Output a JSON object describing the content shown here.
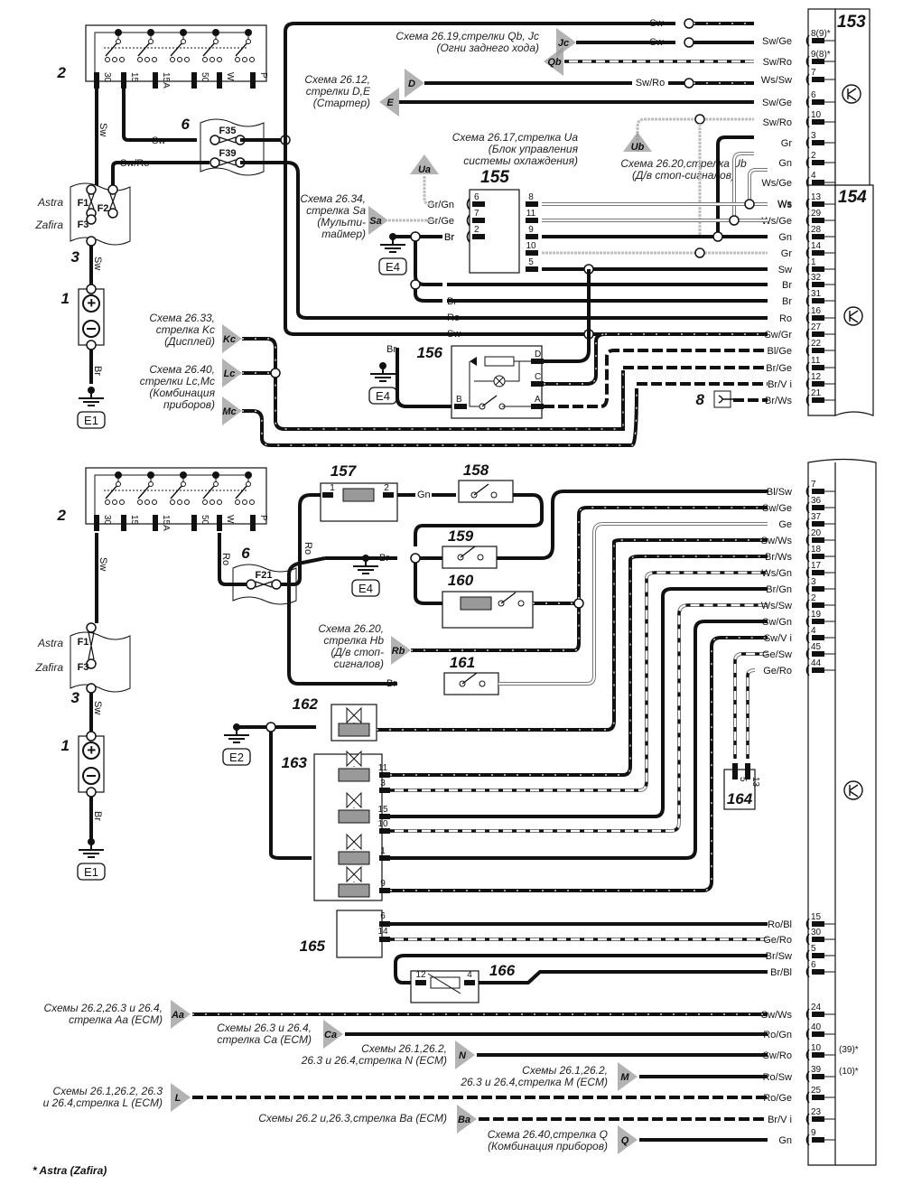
{
  "footnote": "* Astra (Zafira)",
  "colors": {
    "wire": "#111111",
    "arrow": "#9a9a9a",
    "light_wire": "#bdbdbd"
  },
  "top": {
    "ignition_switch": {
      "number": "2",
      "terminals": [
        "30",
        "15",
        "15A",
        "50",
        "W",
        "P"
      ]
    },
    "fuse_box_6": {
      "number": "6",
      "fuses": [
        "F35",
        "F39"
      ]
    },
    "fuse_box_3": {
      "number": "3",
      "fuses": [
        "F1",
        "F2",
        "F3"
      ],
      "variants": [
        "Astra",
        "Zafira"
      ]
    },
    "battery": {
      "number": "1"
    },
    "ground_E1": "E1",
    "ground_E4a": "E4",
    "ground_E4b": "E4",
    "wires_left": {
      "sw1": "Sw",
      "sw2": "Sw",
      "swro": "Sw/Ro",
      "sw3": "Sw",
      "br": "Br"
    },
    "refs": [
      {
        "id": "Jc",
        "text": [
          "Схема 26.19,стрелки Qb, Jc",
          "(Огни заднего хода)"
        ]
      },
      {
        "id": "Qb",
        "text": []
      },
      {
        "id": "D",
        "text": [
          "Схема 26.12,",
          "стрелки D,E",
          "(Стартер)"
        ]
      },
      {
        "id": "E",
        "text": []
      },
      {
        "id": "Ua",
        "text": [
          "Схема 26.17,стрелка Ua",
          "(Блок управления",
          "системы охлаждения)"
        ]
      },
      {
        "id": "Ub",
        "text": [
          "Схема 26.20,стрелка Ub",
          "(Д/в стоп-сигналов)"
        ]
      },
      {
        "id": "Sa",
        "text": [
          "Схема 26.34,",
          "стрелка Sa",
          "(Мульти-",
          "таймер)"
        ]
      },
      {
        "id": "Kc",
        "text": [
          "Схема 26.33,",
          "стрелка Kc",
          "(Дисплей)"
        ]
      },
      {
        "id": "Lc",
        "text": [
          "Схема 26.40,",
          "стрелки Lc,Mc",
          "(Комбинация",
          "приборов)"
        ]
      },
      {
        "id": "Mc",
        "text": []
      }
    ],
    "module_153": {
      "number": "153",
      "pins": [
        {
          "pin": "8(9)*",
          "wire": "Sw/Ge",
          "mid": "Sw"
        },
        {
          "pin": "9(8)*",
          "wire": "Sw/Ro",
          "mid": "Sw"
        },
        {
          "pin": "7",
          "wire": "Ws/Sw",
          "mid": ""
        },
        {
          "pin": "6",
          "wire": "Sw/Ge",
          "mid": "Sw/Ro"
        },
        {
          "pin": "10",
          "wire": "Sw/Ro",
          "mid": ""
        },
        {
          "pin": "3",
          "wire": "Gr",
          "mid": ""
        },
        {
          "pin": "2",
          "wire": "Gn",
          "mid": ""
        },
        {
          "pin": "4",
          "wire": "Ws/Ge",
          "mid": ""
        },
        {
          "pin": "1",
          "wire": "Ws",
          "mid": ""
        }
      ]
    },
    "module_155": {
      "number": "155",
      "left_pins": [
        {
          "pin": "6",
          "wire": "Gr/Gn"
        },
        {
          "pin": "7",
          "wire": "Gr/Ge"
        },
        {
          "pin": "2",
          "wire": "Br"
        }
      ],
      "right_pins": [
        "8",
        "11",
        "9",
        "10",
        "5"
      ]
    },
    "module_154": {
      "number": "154",
      "pins": [
        {
          "pin": "13",
          "wire": "Ws"
        },
        {
          "pin": "29",
          "wire": "Ws/Ge"
        },
        {
          "pin": "28",
          "wire": "Gn"
        },
        {
          "pin": "14",
          "wire": "Gr"
        },
        {
          "pin": "1",
          "wire": "Sw"
        },
        {
          "pin": "32",
          "wire": "Br"
        },
        {
          "pin": "31",
          "wire": "Br"
        },
        {
          "pin": "16",
          "wire": "Ro"
        },
        {
          "pin": "27",
          "wire": "Sw/Gr"
        },
        {
          "pin": "22",
          "wire": "Bl/Ge"
        },
        {
          "pin": "11",
          "wire": "Br/Ge"
        },
        {
          "pin": "12",
          "wire": "Br/V i"
        },
        {
          "pin": "21",
          "wire": "Br/Ws"
        }
      ],
      "mid_labels": {
        "br1": "Br",
        "br2": "Br",
        "ro": "Ro",
        "sw": "Sw"
      }
    },
    "module_156": {
      "number": "156",
      "pins": [
        "D",
        "C",
        "B",
        "A"
      ],
      "wire": "Br"
    },
    "connector_8": {
      "number": "8"
    }
  },
  "bottom": {
    "ignition_switch": {
      "number": "2",
      "terminals": [
        "30",
        "15",
        "15A",
        "50",
        "W",
        "P"
      ]
    },
    "fuse_box_6": {
      "number": "6",
      "fuse": "F21"
    },
    "fuse_box_3": {
      "number": "3",
      "fuses": [
        "F1",
        "F3"
      ],
      "variants": [
        "Astra",
        "Zafira"
      ]
    },
    "battery": {
      "number": "1"
    },
    "ground_E1": "E1",
    "ground_E2": "E2",
    "ground_E4": "E4",
    "wires_left": {
      "sw1": "Sw",
      "sw2": "Sw",
      "br": "Br",
      "ro1": "Ro",
      "ro2": "Ro",
      "gn": "Gn",
      "br2": "Br",
      "br3": "Br"
    },
    "components": {
      "c157": {
        "number": "157",
        "pins": [
          "1",
          "2"
        ]
      },
      "c158": {
        "number": "158"
      },
      "c159": {
        "number": "159"
      },
      "c160": {
        "number": "160"
      },
      "c161": {
        "number": "161"
      },
      "c162": {
        "number": "162"
      },
      "c163": {
        "number": "163",
        "pins": [
          "11",
          "3",
          "15",
          "10",
          "1",
          "9"
        ]
      },
      "c164": {
        "number": "164",
        "pins": [
          "5",
          "13"
        ]
      },
      "c165": {
        "number": "165",
        "pins": [
          "6",
          "14"
        ]
      },
      "c166": {
        "number": "166",
        "pins": [
          "12",
          "4"
        ]
      }
    },
    "ref_Rb": {
      "id": "Rb",
      "text": [
        "Схема 26.20,",
        "стрелка Hb",
        "(Д/в стоп-",
        "сигналов)"
      ]
    },
    "ecm_pins": [
      {
        "pin": "7",
        "wire": "Bl/Sw"
      },
      {
        "pin": "36",
        "wire": "Sw/Ge"
      },
      {
        "pin": "37",
        "wire": "Ge"
      },
      {
        "pin": "20",
        "wire": "Sw/Ws"
      },
      {
        "pin": "18",
        "wire": "Br/Ws"
      },
      {
        "pin": "17",
        "wire": "Ws/Gn"
      },
      {
        "pin": "3",
        "wire": "Br/Gn"
      },
      {
        "pin": "2",
        "wire": "Ws/Sw"
      },
      {
        "pin": "19",
        "wire": "Sw/Gn"
      },
      {
        "pin": "4",
        "wire": "Sw/V i"
      },
      {
        "pin": "45",
        "wire": "Ge/Sw"
      },
      {
        "pin": "44",
        "wire": "Ge/Ro"
      },
      {
        "pin": "15",
        "wire": "Ro/Bl"
      },
      {
        "pin": "30",
        "wire": "Ge/Ro"
      },
      {
        "pin": "5",
        "wire": "Br/Sw"
      },
      {
        "pin": "6",
        "wire": "Br/Bl"
      },
      {
        "pin": "24",
        "wire": "Sw/Ws"
      },
      {
        "pin": "40",
        "wire": "Ro/Gn"
      },
      {
        "pin": "10",
        "wire": "Sw/Ro",
        "alt": "(39)*"
      },
      {
        "pin": "39",
        "wire": "Ro/Sw",
        "alt": "(10)*"
      },
      {
        "pin": "25",
        "wire": "Ro/Ge"
      },
      {
        "pin": "23",
        "wire": "Br/V i"
      },
      {
        "pin": "9",
        "wire": "Gn"
      }
    ],
    "ecm_refs": [
      {
        "id": "Aa",
        "text": [
          "Схемы 26.2,26.3 и 26.4,",
          "стрелка Aa (ECM)"
        ]
      },
      {
        "id": "Ca",
        "text": [
          "Схемы 26.3 и 26.4,",
          "стрелка Ca (ECM)"
        ]
      },
      {
        "id": "N",
        "text": [
          "Схемы 26.1,26.2,",
          "26.3 и 26.4,стрелка N (ECM)"
        ]
      },
      {
        "id": "M",
        "text": [
          "Схемы 26.1,26.2,",
          "26.3 и 26.4,стрелка M (ECM)"
        ]
      },
      {
        "id": "L",
        "text": [
          "Схемы 26.1,26.2, 26.3",
          "и 26.4,стрелка L (ECM)"
        ]
      },
      {
        "id": "Ba",
        "text": [
          "Схемы 26.2 и,26.3,стрелка Ba (ECM)"
        ]
      },
      {
        "id": "Q",
        "text": [
          "Схема 26.40,стрелка Q",
          "(Комбинация приборов)"
        ]
      }
    ]
  }
}
